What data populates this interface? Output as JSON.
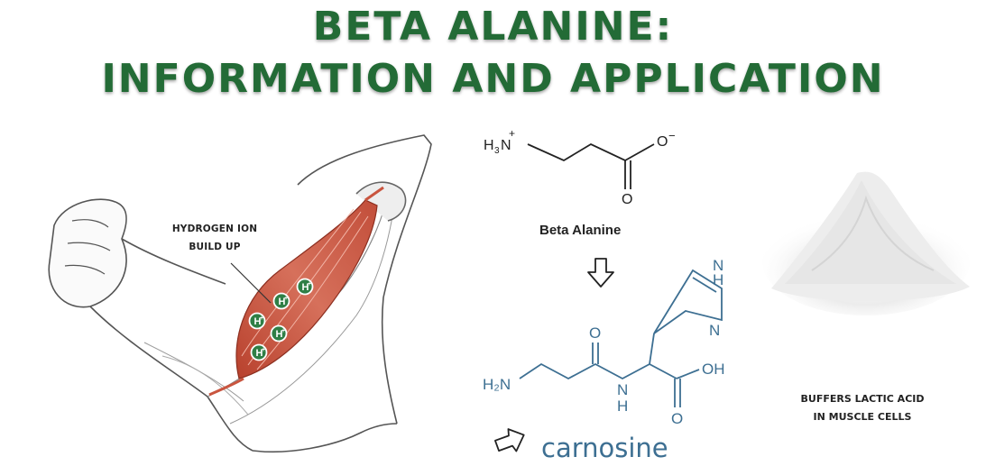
{
  "title": {
    "line1": "BETA ALANINE:",
    "line2": "INFORMATION AND APPLICATION"
  },
  "arm": {
    "annotation_line1": "HYDROGEN ION",
    "annotation_line2": "BUILD UP",
    "ion_label": "H",
    "ion_charge": "+",
    "muscle_color": "#c9553f",
    "sketch_color": "#555555"
  },
  "beta_alanine": {
    "amine_h": "H",
    "amine_sub": "3",
    "amine_n": "N",
    "amine_charge": "+",
    "carboxylate_o": "O",
    "carboxylate_charge": "−",
    "carbonyl_o": "O",
    "name": "Beta Alanine"
  },
  "carnosine": {
    "amine": "H₂N",
    "carbonyl_o": "O",
    "amide_n": "N",
    "amide_h": "H",
    "acid_oh": "OH",
    "acid_o": "O",
    "ring_nh": "N",
    "ring_nh_h": "H",
    "ring_n": "N",
    "name": "carnosine",
    "color": "#3d6f92"
  },
  "powder": {
    "caption_line1": "BUFFERS LACTIC ACID",
    "caption_line2": "IN MUSCLE CELLS"
  },
  "colors": {
    "title": "#236b36",
    "text": "#222222"
  }
}
